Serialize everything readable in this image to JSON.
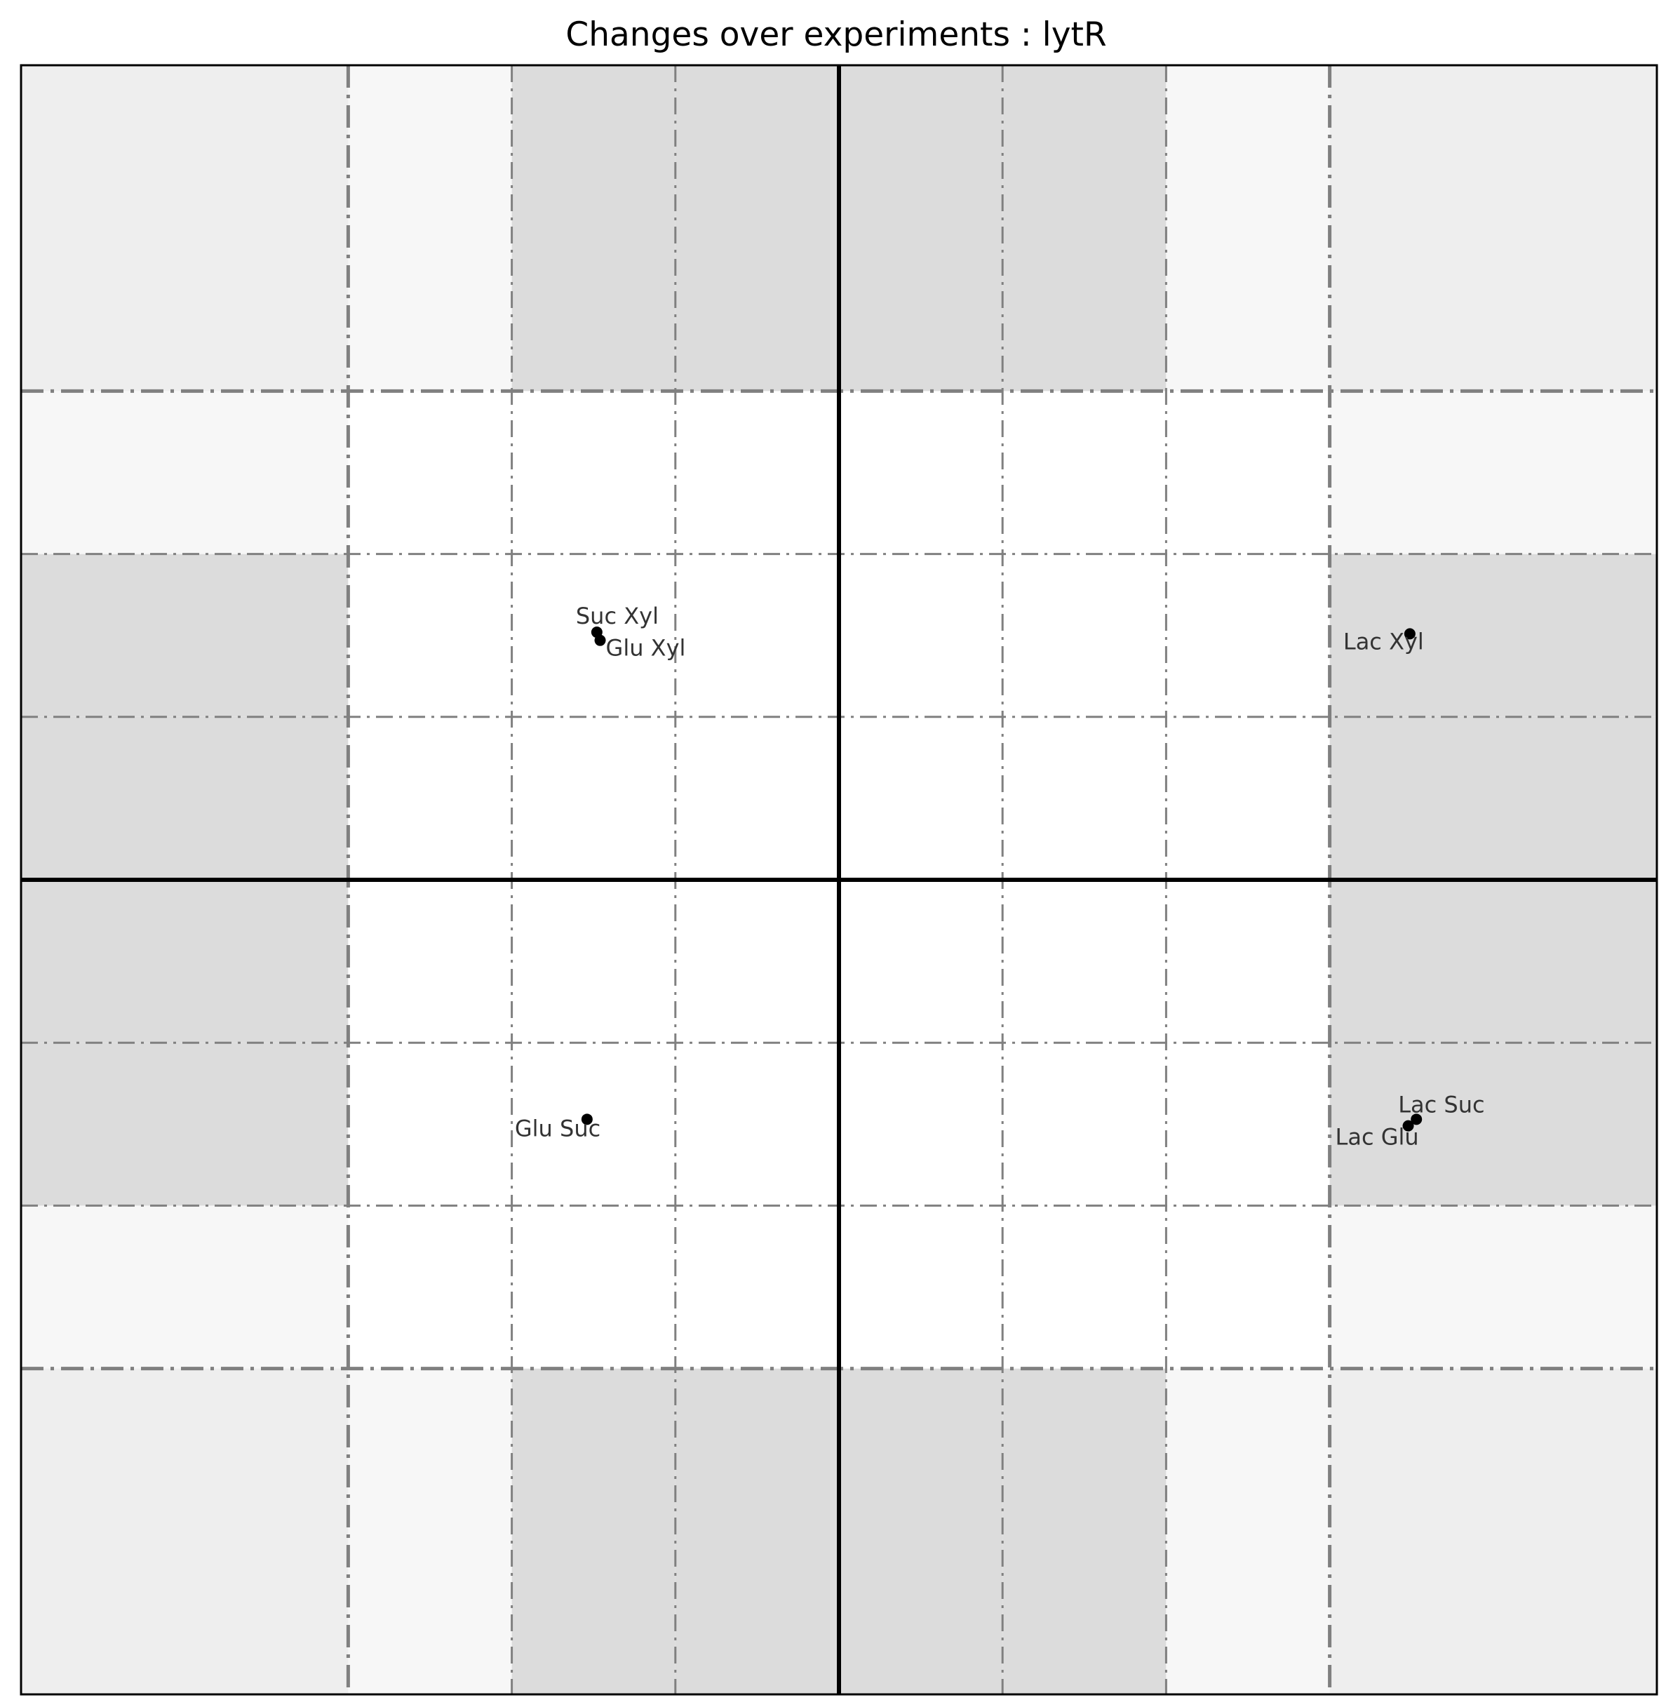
{
  "chart_data": {
    "type": "scatter",
    "title": "Changes over experiments : lytR",
    "xlabel": "",
    "ylabel": "",
    "xlim": [
      -5,
      5
    ],
    "ylim": [
      -5,
      5
    ],
    "grid": false,
    "ticks_shown": false,
    "reference_lines": {
      "zero_axes": [
        0
      ],
      "inner_dashdot": [
        -1,
        1
      ],
      "outer_dashdot": [
        -2,
        2
      ],
      "thick_dashdot": [
        -3,
        3
      ]
    },
    "colors": {
      "dark_band": "#dcdcdc",
      "light_band": "#f7f7f7",
      "corner": "#eeeeee",
      "zone_x2_y2": "#f2f2f2",
      "center": "#ffffff",
      "grid_line": "#808080",
      "axis_line": "#000000",
      "point": "#000000"
    },
    "points": [
      {
        "label": "Suc Xyl",
        "x": -1.48,
        "y": 1.52
      },
      {
        "label": "Glu Xyl",
        "x": -1.46,
        "y": 1.47
      },
      {
        "label": "Lac Xyl",
        "x": 3.49,
        "y": 1.51
      },
      {
        "label": "Glu Suc",
        "x": -1.54,
        "y": -1.47
      },
      {
        "label": "Lac Suc",
        "x": 3.53,
        "y": -1.47
      },
      {
        "label": "Lac Glu",
        "x": 3.48,
        "y": -1.51
      }
    ]
  }
}
